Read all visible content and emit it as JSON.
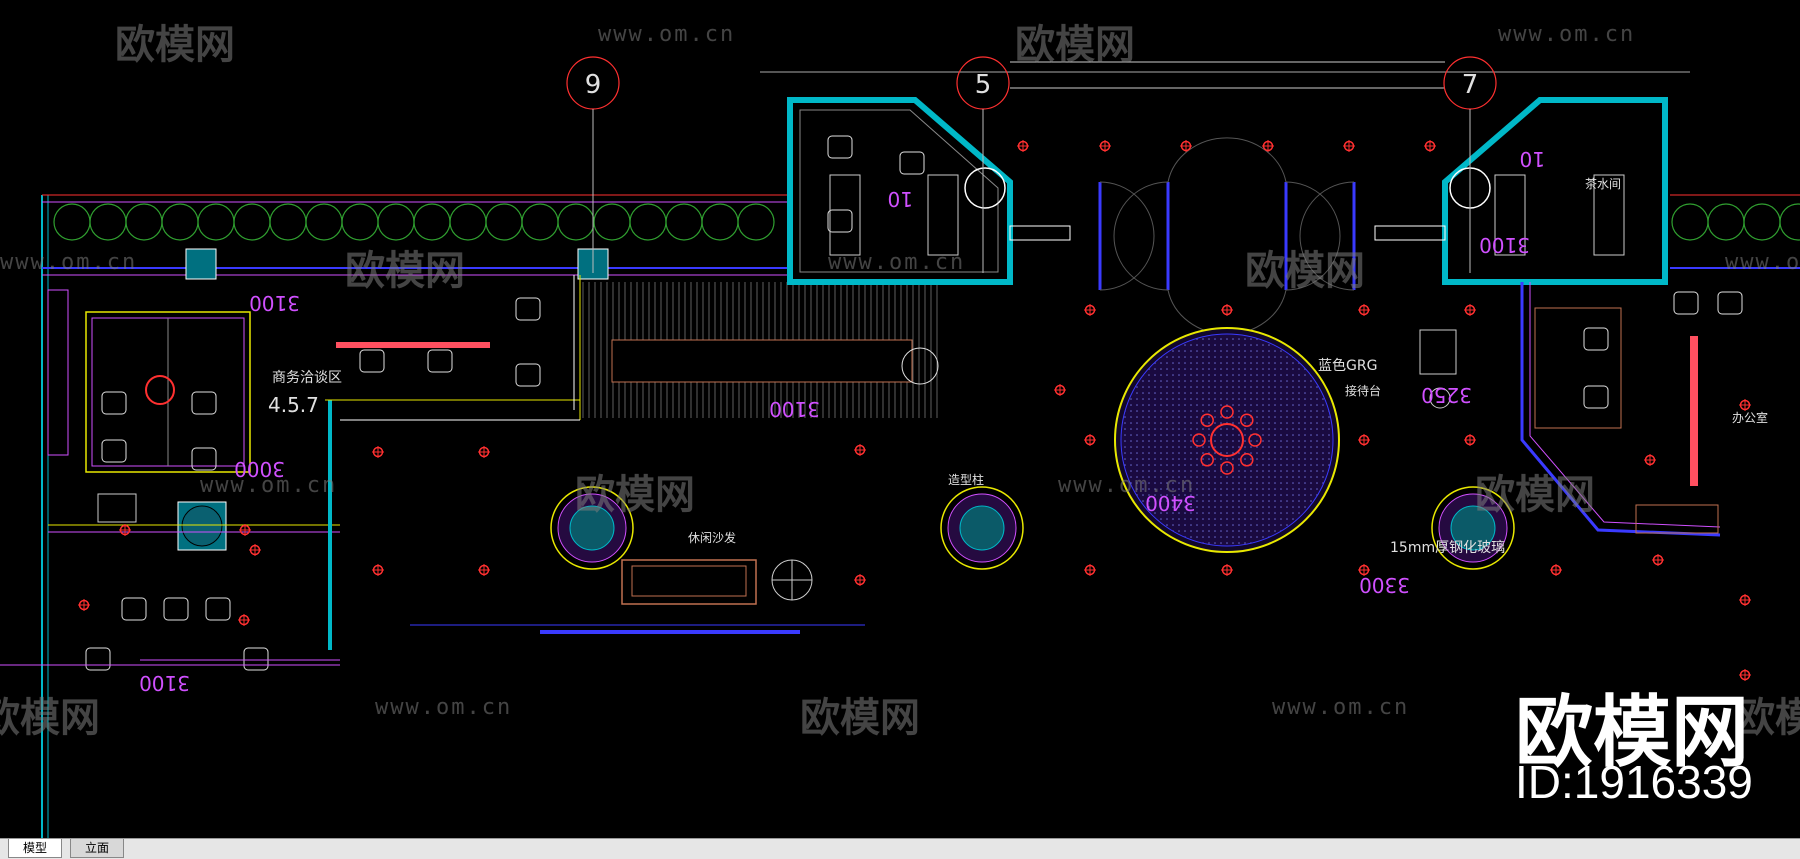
{
  "drawing": {
    "axis_markers": [
      "9",
      "5",
      "7"
    ],
    "dimensions": [
      "3100",
      "3000",
      "3100",
      "3250",
      "3400",
      "3300",
      "3100",
      "3100",
      "10",
      "10"
    ],
    "room_labels": [
      "商务洽谈区",
      "4.5.7",
      "蓝色GRG",
      "造型柱",
      "接待台",
      "15mm厚钢化玻璃",
      "休闲沙发",
      "茶水间",
      "办公室"
    ],
    "colors": {
      "wall": "#00b8c8",
      "red_line": "#ff3030",
      "magenta": "#d050ff",
      "blue": "#3a3aff",
      "yellow": "#e8e800",
      "green": "#30a030",
      "white": "#e0e0e0"
    }
  },
  "watermark": {
    "logo": "欧模网",
    "url": "www.om.cn",
    "brand": "欧模网",
    "id": "ID:1916339"
  },
  "tabs": [
    {
      "label": "模型"
    },
    {
      "label": "立面"
    }
  ]
}
